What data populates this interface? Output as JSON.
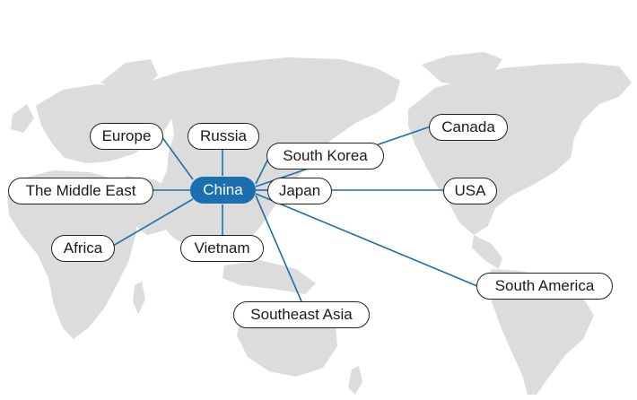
{
  "hub": {
    "label": "China",
    "color": "#1a6fb0"
  },
  "line_color": "#1f6fa8",
  "land_color": "#dcdcdc",
  "destinations": {
    "europe": "Europe",
    "russia": "Russia",
    "south_korea": "South Korea",
    "canada": "Canada",
    "middle_east": "The Middle East",
    "japan": "Japan",
    "usa": "USA",
    "africa": "Africa",
    "vietnam": "Vietnam",
    "south_america": "South America",
    "southeast_asia": "Southeast Asia"
  }
}
